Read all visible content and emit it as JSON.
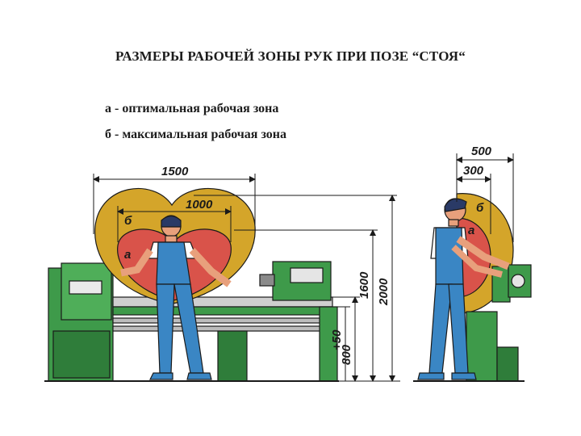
{
  "title": "РАЗМЕРЫ РАБОЧЕЙ ЗОНЫ РУК ПРИ ПОЗЕ “СТОЯ“",
  "legend": {
    "a": "а - оптимальная рабочая зона",
    "b": "б - максимальная рабочая зона"
  },
  "front_view": {
    "dim_width_max": "1500",
    "dim_width_opt": "1000",
    "dim_height_total": "2000",
    "dim_height_zone": "1600",
    "dim_table": "800",
    "dim_table_tol": "+50",
    "zone_a": "а",
    "zone_b": "б"
  },
  "side_view": {
    "dim_depth_max": "500",
    "dim_depth_opt": "300",
    "zone_a": "а",
    "zone_b": "б"
  },
  "colors": {
    "max_zone": "#d4a52a",
    "opt_zone": "#d9534a",
    "machine": "#3e9a4a",
    "worker": "#3a86c4",
    "line": "#1a1a1a"
  }
}
